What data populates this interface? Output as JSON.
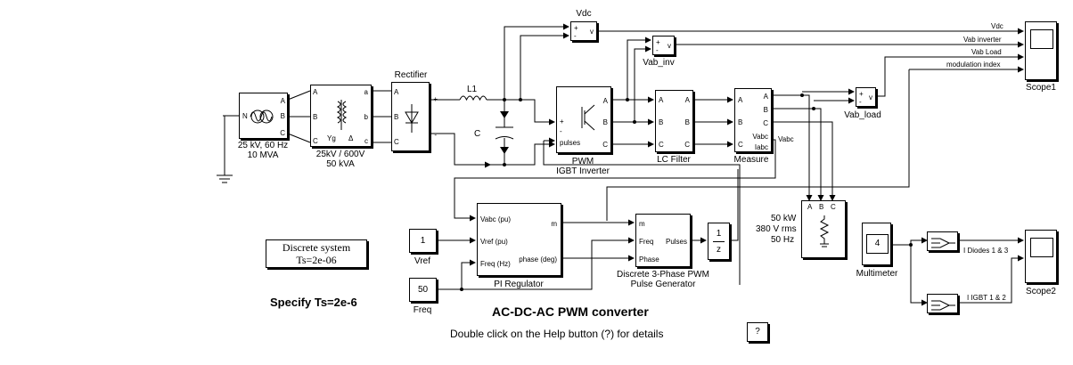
{
  "source": {
    "line1": "25 kV, 60 Hz",
    "line2": "10 MVA",
    "ports": [
      "A",
      "B",
      "C"
    ],
    "n": "N"
  },
  "transformer": {
    "line1": "25kV / 600V",
    "line2": "50 kVA",
    "in_ports": [
      "A",
      "B",
      "C"
    ],
    "out_ports": [
      "a",
      "b",
      "c"
    ],
    "yg": "Yg",
    "delta": "Δ"
  },
  "rectifier": {
    "label": "Rectifier",
    "ports": [
      "A",
      "B",
      "C"
    ],
    "plus": "+",
    "minus": "-"
  },
  "inductor": {
    "label": "L1"
  },
  "capacitor": {
    "label": "C"
  },
  "vdc_meter": {
    "label": "Vdc",
    "plus": "+",
    "minus": "-",
    "v": "v"
  },
  "vab_inv_meter": {
    "label": "Vab_inv",
    "plus": "+",
    "minus": "-",
    "v": "v"
  },
  "vab_load_meter": {
    "label": "Vab_load",
    "plus": "+",
    "minus": "-",
    "v": "v"
  },
  "pwm_inverter": {
    "line1": "PWM",
    "line2": "IGBT Inverter",
    "plus": "+",
    "minus": "-",
    "pulses": "pulses",
    "ports": [
      "A",
      "B",
      "C"
    ]
  },
  "lc_filter": {
    "label": "LC Filter",
    "in_ports": [
      "A",
      "B",
      "C"
    ],
    "out_ports": [
      "A",
      "B",
      "C"
    ]
  },
  "measure": {
    "label": "Measure",
    "in_ports": [
      "A",
      "B",
      "C"
    ],
    "out_ports": [
      "A",
      "B",
      "C"
    ],
    "vabc": "Vabc",
    "iabc": "Iabc",
    "vabc_out": "Vabc"
  },
  "load": {
    "line1": "50 kW",
    "line2": "380 V rms",
    "line3": "50 Hz",
    "ports": [
      "A",
      "B",
      "C"
    ]
  },
  "scope1": {
    "label": "Scope1",
    "signals": [
      "Vdc",
      "Vab inverter",
      "Vab Load",
      "modulation index"
    ]
  },
  "multimeter": {
    "label": "Multimeter",
    "value": "4"
  },
  "scope2": {
    "label": "Scope2",
    "signals": [
      "I Diodes 1 & 3",
      "I IGBT 1 & 2"
    ]
  },
  "pi_regulator": {
    "label": "PI Regulator",
    "ports_in": [
      "Vabc (pu)",
      "Vref (pu)",
      "Freq (Hz)"
    ],
    "ports_out": [
      "m",
      "phase (deg)"
    ]
  },
  "pwm_generator": {
    "line1": "Discrete 3-Phase PWM",
    "line2": "Pulse Generator",
    "ports_in": [
      "m",
      "Freq",
      "Phase"
    ],
    "port_out": "Pulses"
  },
  "unit_delay": {
    "num": "1",
    "den": "z"
  },
  "vref_const": {
    "value": "1",
    "label": "Vref"
  },
  "freq_const": {
    "value": "50",
    "label": "Freq"
  },
  "discrete_system": {
    "line1": "Discrete system",
    "line2": "Ts=2e-06"
  },
  "notes": {
    "specify": "Specify Ts=2e-6",
    "title": "AC-DC-AC  PWM converter",
    "help": "Double click on the Help button (?) for details"
  },
  "help_button": {
    "label": "?"
  }
}
